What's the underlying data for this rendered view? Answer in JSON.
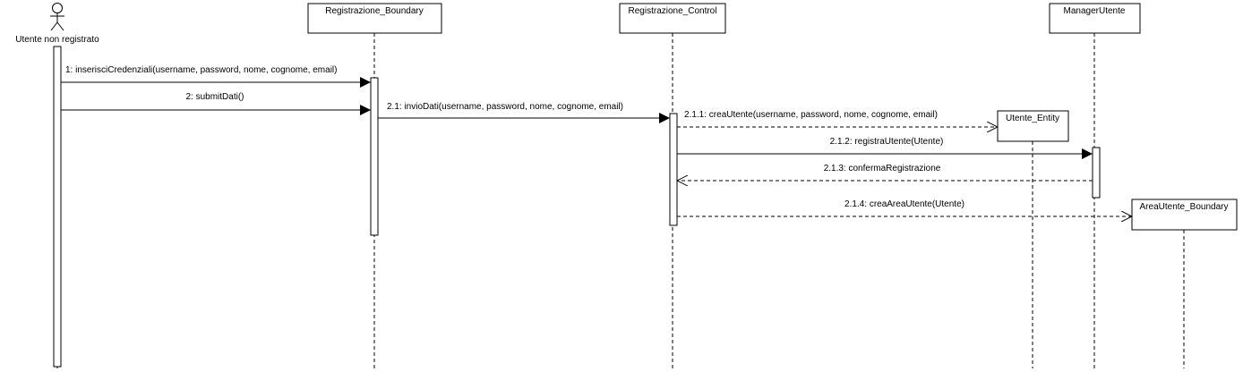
{
  "actor": {
    "name": "Utente non registrato"
  },
  "participants": {
    "boundary": "Registrazione_Boundary",
    "control": "Registrazione_Control",
    "manager": "ManagerUtente",
    "entity": "Utente_Entity",
    "area": "AreaUtente_Boundary"
  },
  "messages": {
    "m1": "1: inserisciCredenziali(username, password, nome, cognome, email)",
    "m2": "2: submitDati()",
    "m21": "2.1: invioDati(username, password, nome, cognome, email)",
    "m211": "2.1.1: creaUtente(username, password, nome, cognome, email)",
    "m212": "2.1.2: registraUtente(Utente)",
    "m213": "2.1.3: confermaRegistrazione",
    "m214": "2.1.4: creaAreaUtente(Utente)"
  },
  "colors": {
    "line": "#000000",
    "background": "#ffffff"
  }
}
